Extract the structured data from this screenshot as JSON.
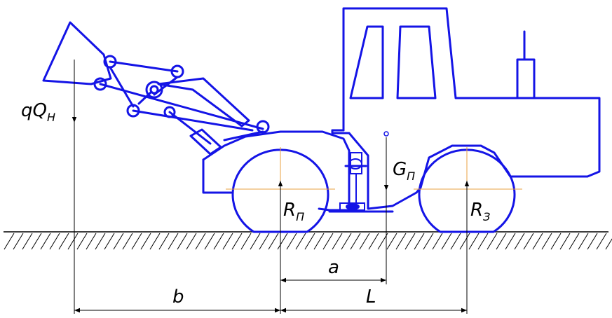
{
  "labels": {
    "load_force": "qQ",
    "load_force_sub": "Н",
    "front_reaction": "R",
    "front_reaction_sub": "П",
    "rear_reaction": "R",
    "rear_reaction_sub": "З",
    "weight": "G",
    "weight_sub": "П",
    "dim_a": "a",
    "dim_b": "b",
    "dim_L": "L"
  }
}
